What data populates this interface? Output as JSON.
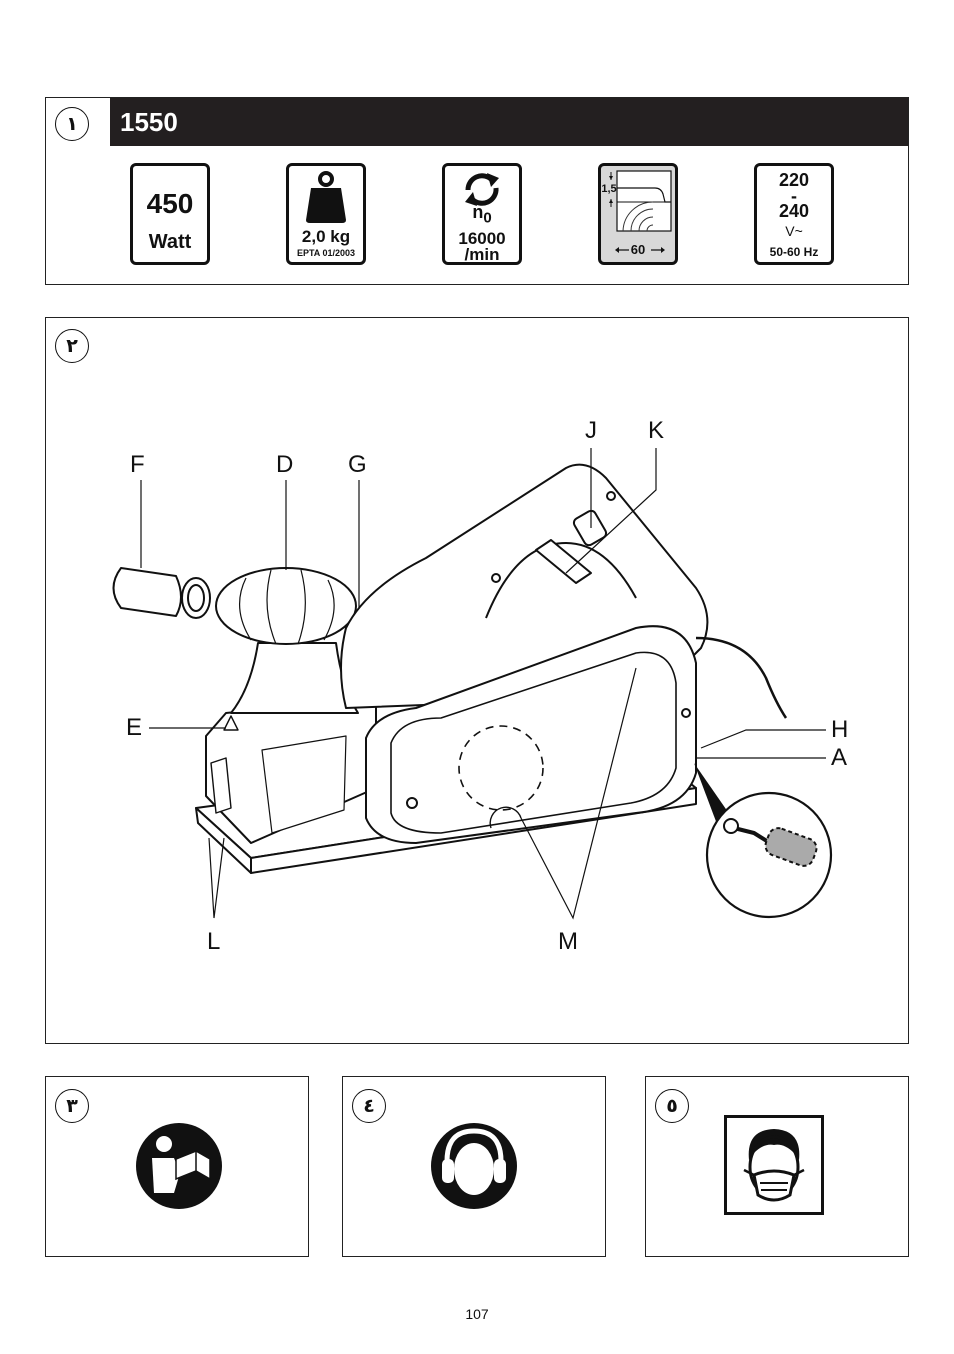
{
  "panel1": {
    "number": "١",
    "model": "1550",
    "specs": {
      "power": {
        "value": "450",
        "unit": "Watt"
      },
      "weight": {
        "value": "2,0 kg",
        "standard": "EPTA 01/2003"
      },
      "speed": {
        "symbol": "n",
        "subscript": "0",
        "value": "16000",
        "unit": "/min"
      },
      "planing": {
        "depth": "1,5",
        "width": "60"
      },
      "voltage": {
        "low": "220",
        "dash": "-",
        "high": "240",
        "unit": "V~",
        "frequency": "50-60 Hz"
      }
    }
  },
  "panel2": {
    "number": "٢",
    "labels": {
      "F": "F",
      "D": "D",
      "G": "G",
      "J": "J",
      "K": "K",
      "E": "E",
      "H": "H",
      "A": "A",
      "L": "L",
      "M": "M"
    }
  },
  "panel3": {
    "number": "٣",
    "icon": "read-manual-icon"
  },
  "panel4": {
    "number": "٤",
    "icon": "ear-protection-icon"
  },
  "panel5": {
    "number": "٥",
    "icon": "dust-mask-icon"
  },
  "page_number": "107"
}
